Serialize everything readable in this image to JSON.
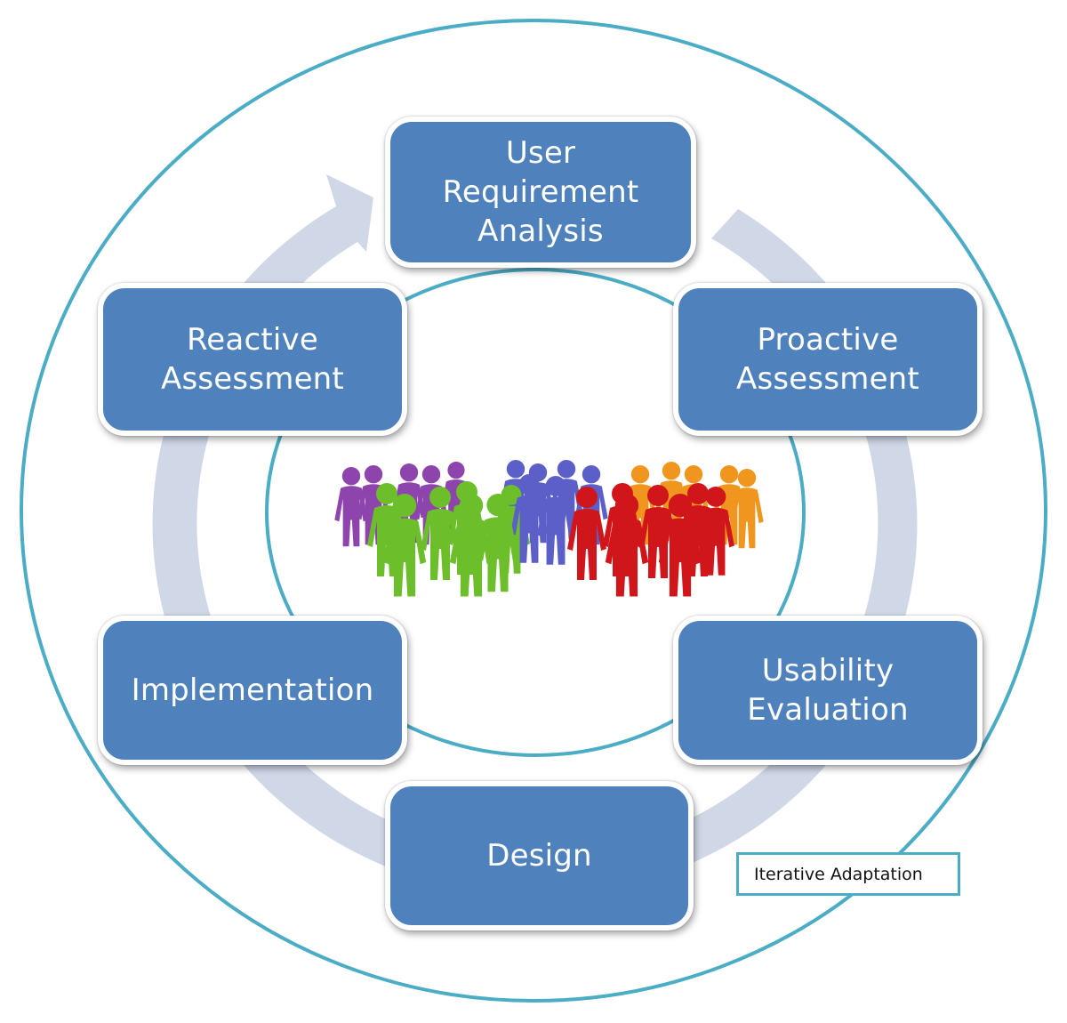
{
  "diagram": {
    "stages": [
      {
        "id": "user-requirement-analysis",
        "lines": [
          "User Requirement",
          "Analysis"
        ]
      },
      {
        "id": "proactive-assessment",
        "lines": [
          "Proactive",
          "Assessment"
        ]
      },
      {
        "id": "usability-evaluation",
        "lines": [
          "Usability",
          "Evaluation"
        ]
      },
      {
        "id": "design",
        "lines": [
          "Design"
        ]
      },
      {
        "id": "implementation",
        "lines": [
          "Implementation"
        ]
      },
      {
        "id": "reactive-assessment",
        "lines": [
          "Reactive",
          "Assessment"
        ]
      }
    ],
    "cycle_label": "Iterative Adaptation",
    "center_image": "crowd-of-people-icon",
    "people_groups": [
      "purple",
      "green",
      "blue",
      "red",
      "orange"
    ],
    "colors": {
      "box_fill": "#4f81bd",
      "box_border": "#ffffff",
      "circle_stroke": "#4bacc6",
      "arrow_fill": "#d0d8e8",
      "label_border": "#4bacc6",
      "people_purple": "#8e44ad",
      "people_green": "#6cbf2a",
      "people_blue": "#5b5fc7",
      "people_red": "#d0161b",
      "people_orange": "#f0961e"
    }
  }
}
